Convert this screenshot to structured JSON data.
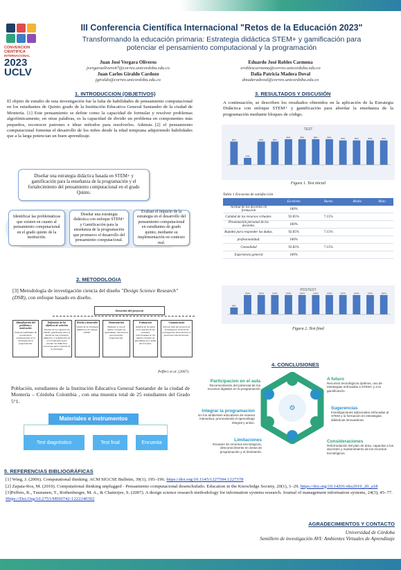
{
  "logo": {
    "line1": "CONVENCION",
    "line2": "CIENTIFICA",
    "line3": "INTERNACIONAL",
    "year": "2023",
    "name": "UCLV"
  },
  "header": {
    "title": "III Conferencia Científica Internacional \"Retos de la Educación 2023\"",
    "subtitle_1": "Transformando la educación primaria: Estrategia didáctica STEM+ y gamificación para",
    "subtitle_2": "potenciar el pensamiento computacional y la programación"
  },
  "authors": [
    {
      "name": "Juan José Vergara Oliveros",
      "email": "jvergaraolivero47@correo.unicordoba.edu.co"
    },
    {
      "name": "Juan Carlos Giraldo Cardozo",
      "email": "jgiraldo@correo.unicordoba.edu.co"
    },
    {
      "name": "Eduardo José Robles Carmona",
      "email": "eroblescarmona@correo.unicordoba.edu.co"
    },
    {
      "name": "Dalia Patricia Madera Doval",
      "email": "dmaderadoval@correo.unicordoba.edu.co"
    }
  ],
  "intro": {
    "heading": "1. INTRODUCCION (OBJETIVOS)",
    "text": "El objeto de estudio de esta investigación fue la falta de habilidades de pensamiento computacional en los estudiantes de Quinto grado de la Institución Educativa General Santander de la ciudad de Montería. [1] Este pensamiento se define como la capacidad de formular y resolver problemas algorítmicamente, en otras palabras, es la capacidad de dividir un problema en componentes más pequeños, reconocer patrones e idear métodos para resolverlos. Además [2] el pensamiento computacional fomenta el desarrollo de los niños desde la edad temprana adquiriendo habilidades que a la larga potencian un buen aprendizaje.",
    "general_objective": "Diseñar una estrategia didáctica basada en STEM+ y gamificación para la enseñanza de la programación y el fortalecimiento del pensamiento computacional en el grado Quinto.",
    "specific": [
      "Identificar las problemáticas que existen en cuanto al pensamiento computacional en el grado quinto de la institución.",
      "Diseñar una estrategia didáctica con enfoque STEM+ y Gamificación para la enseñanza de la programación que promuevo el desarrollo del pensamiento computacional.",
      "Evaluar el impacto de la estrategia en el desarrollo del pensamiento computacional en estudiantes de grado quinto, mediante su implementación en contexto real."
    ]
  },
  "method": {
    "heading": "2. METODOLOGIA",
    "text_a": "[3] Metodología de investigación ciencia del diseño ",
    "text_b": "\"Design Science Research\" (DSR)",
    "text_c": ", con enfoque basado en diseño.",
    "dsr_top": "Iteración del proyecto",
    "dsr_steps": [
      {
        "title": "Identificación del problema y motivación",
        "body": "Falta de habilidades de pensamiento computacional en la enseñanza de la programación."
      },
      {
        "title": "Definición de los objetivos de solución",
        "body": "Diseñar de los objetivos de STEM+ gamificado. Para el diseño de una estrategia didáctica, o la definición de un rol educativo para enseñar las didácticas necesarias para el diseño de la estrategia."
      },
      {
        "title": "Diseño y desarrollo",
        "body": "Diseño de la estrategia didáctica con enfoque STEM+"
      },
      {
        "title": "Demostración",
        "body": "Mediante el uso de objetos virtuales de aprendizaje, interactivos para aprender programación."
      },
      {
        "title": "Evaluación",
        "body": "Análisis de los datos en la relación de las variables seleccionadas en los objetos virtuales de aprendizaje por medio del test final."
      },
      {
        "title": "Comunicación",
        "body": "Informe final del proyecto de investigación. Artículo de investigación. Presentación en ponencias internacionales."
      }
    ],
    "dsr_caption": "Peffers et al. (2007).",
    "population": "Población, estudiantes de la Institución Educativa General Santander de la ciudad de Montería – Córdoba Colombia , con una muestra total de 25 estudiantes del Grado 5°1.",
    "materials_title": "Materiales e instrumentos",
    "materials": [
      "Test diagnóstico",
      "Test final",
      "Encuesta"
    ]
  },
  "results": {
    "heading": "3. RESULTADOS Y DISCUSIÓN",
    "text": "A continuación, se describen los resultados obtenidos en la aplicación de la Estrategia Didáctica con enfoque STEM+ y gamificación para abordar la enseñanza de la programación mediante bloques de código.",
    "fig1_caption": "Figura 1. Test inicial",
    "fig2_caption": "Figura 2. Test final",
    "table_caption": "Tabla 1 Encuesta de satisfacción",
    "table_headers": [
      "",
      "Excelente",
      "Bueno",
      "Medio",
      "Malo"
    ],
    "table_rows": [
      [
        "Actitud de los docentes en formación",
        "100%",
        "",
        "",
        ""
      ],
      [
        "Calidad de los recursos virtuales.",
        "92.85%",
        "7.15%",
        "",
        ""
      ],
      [
        "Presentación personal de los docentes.",
        "100%",
        "",
        "",
        ""
      ],
      [
        "Rapidez para responder las dudas.",
        "92.85%",
        "7.15%",
        "",
        ""
      ],
      [
        "profesionalidad.",
        "100%",
        "",
        "",
        ""
      ],
      [
        "Comodidad",
        "92.85%",
        "7.15%",
        "",
        ""
      ],
      [
        "Experiencia general",
        "100%",
        "",
        "",
        ""
      ]
    ]
  },
  "chart_data": [
    {
      "type": "bar",
      "title": "TEST",
      "values": [
        80,
        24,
        80,
        80,
        88,
        88,
        88,
        88,
        84,
        84,
        84,
        84
      ]
    },
    {
      "type": "bar",
      "title": "POSTEST",
      "values": [
        36,
        100,
        100,
        100,
        100,
        100,
        100,
        100,
        100,
        100,
        100,
        100
      ]
    }
  ],
  "conclusions": {
    "heading": "4. CONCLUSIONES",
    "items": [
      {
        "title": "Participacion en el aula",
        "text": "Reconocimiento del potencial de los recursos digitales en la programación",
        "color": "#2ea37c"
      },
      {
        "title": "A futuro",
        "text": "Recursos tecnológicos óptimos, uso de estrategias enfocadas a STEM+ y a la gamificación.",
        "color": "#2ea37c"
      },
      {
        "title": "Integrar la programacion",
        "text": "En los ambientes educativos de manera interactiva, promoviendo el aprendizaje integral y activo.",
        "color": "#2a92c8"
      },
      {
        "title": "Sugerencias",
        "text": "Investigaciones adicionales enfocadas al STEM y la formación en estrategias didácticas innovadoras.",
        "color": "#2a92c8"
      },
      {
        "title": "Limitaciones",
        "text": "Escasez de recursos tecnológicos, desconocimiento en áreas de programación y el desinterés.",
        "color": "#2a92c8"
      },
      {
        "title": "Consideraciones",
        "text": "Reformulación del plan de área, capacitar a los docentes y mantenimiento de los recursos tecnológicos.",
        "color": "#2ea37c"
      }
    ]
  },
  "references": {
    "heading": "5. REFERENCIAS BIBLIOGRÁFICAS",
    "r1": "[1] Wing, J. (2006). Computational thinking. ACM SIGCSE Bulletin, 39(1), 195–196. ",
    "r1_link": "https://doi.org/10.1145/1227504.1227378",
    "r2": "[2] Zapata-Ros, M. (2019). Computational thinking unplugged - Pensamiento computacional desenchufado. Education in the Knowledge Society, 20(1), 1–29. ",
    "r2_link": "https://doi.org/10.14201/eks2019_20_a18",
    "r3": "[3]Peffers, K., Tuunanen, T., Rothenberger, M. A., & Chatterjee, S. (2007). A design science research methodology for information systems research. Journal of management information systems, 24(3), 45–77. ",
    "r3_link": "Https://Doi.Org/10.2753/MIS0742-1222240302"
  },
  "ack": {
    "heading": "AGRADECIMIENTOS Y CONTACTO",
    "line1": "Universidad de Córdoba",
    "line2": "Semillero de investigación AVI: Ambientes Virtuales de Aprendizaje"
  }
}
